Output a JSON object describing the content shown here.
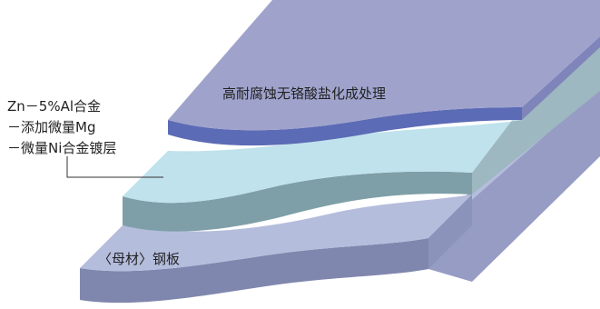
{
  "diagram": {
    "top_layer_label": "高耐腐蚀无铬酸盐化成处理",
    "base_layer_label": "〈母材〉钢板",
    "coating_label_lines": [
      "Zn－5%Al合金",
      "－添加微量Mg",
      "－微量Ni合金镀层"
    ]
  },
  "colors": {
    "chromate_free_top": "#9fa3cc",
    "chromate_free_edge": "#5c6bb5",
    "chromate_free_side": "#7f85ba",
    "coating_top": "#bfe2ec",
    "coating_front": "#7f9fa8",
    "coating_side": "#9db8c0",
    "steel_top": "#b5bddd",
    "steel_front": "#8087ae",
    "steel_side": "#969cc4",
    "leader_line": "#333333"
  }
}
